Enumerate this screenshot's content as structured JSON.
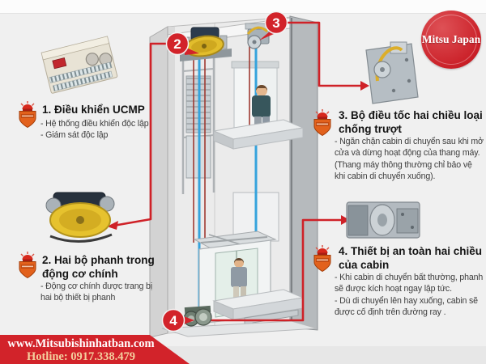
{
  "page": {
    "background": "#f0f0f0",
    "accent_red": "#cf2127"
  },
  "logo": {
    "text": "Mitsu Japan",
    "color": "#cb2129"
  },
  "sections": [
    {
      "number": "1",
      "title_lines": [
        "1. Điều khiển UCMP"
      ],
      "body_lines": [
        "- Hệ thống điều khiển độc lập",
        "- Giám sát độc lập"
      ],
      "image": "ucmp-controller-photo"
    },
    {
      "number": "2",
      "title_lines": [
        "2. Hai bộ phanh trong",
        "động cơ chính"
      ],
      "body_lines": [
        "- Động cơ chính được trang bị",
        "hai bộ thiết bị phanh"
      ],
      "image": "traction-motor-photo"
    },
    {
      "number": "3",
      "title_lines": [
        "3. Bộ điều tốc hai chiều loại",
        "chống trượt"
      ],
      "body_lines": [
        "- Ngăn chặn cabin di chuyển sau khi mở",
        "cửa và dừng hoạt động của thang máy.",
        "(Thang máy thông thường chỉ bảo vệ",
        "khi cabin di chuyển xuống)."
      ],
      "image": "speed-governor-photo"
    },
    {
      "number": "4",
      "title_lines": [
        "4. Thiết bị an toàn hai chiều",
        "của cabin"
      ],
      "body_lines": [
        "- Khi cabin di chuyển bất thường, phanh",
        "sẽ được kích hoạt ngay lập tức.",
        "- Dù di chuyển lên hay xuống, cabin sẽ",
        "được cố định trên đường ray ."
      ],
      "image": "cabin-safety-gear-photo"
    }
  ],
  "badges": {
    "machine": "2",
    "governor": "3",
    "safety_gear": "4"
  },
  "footer": {
    "website": "www.Mitsubishinhatban.com",
    "hotline": "Hotline: 0917.338.479"
  }
}
